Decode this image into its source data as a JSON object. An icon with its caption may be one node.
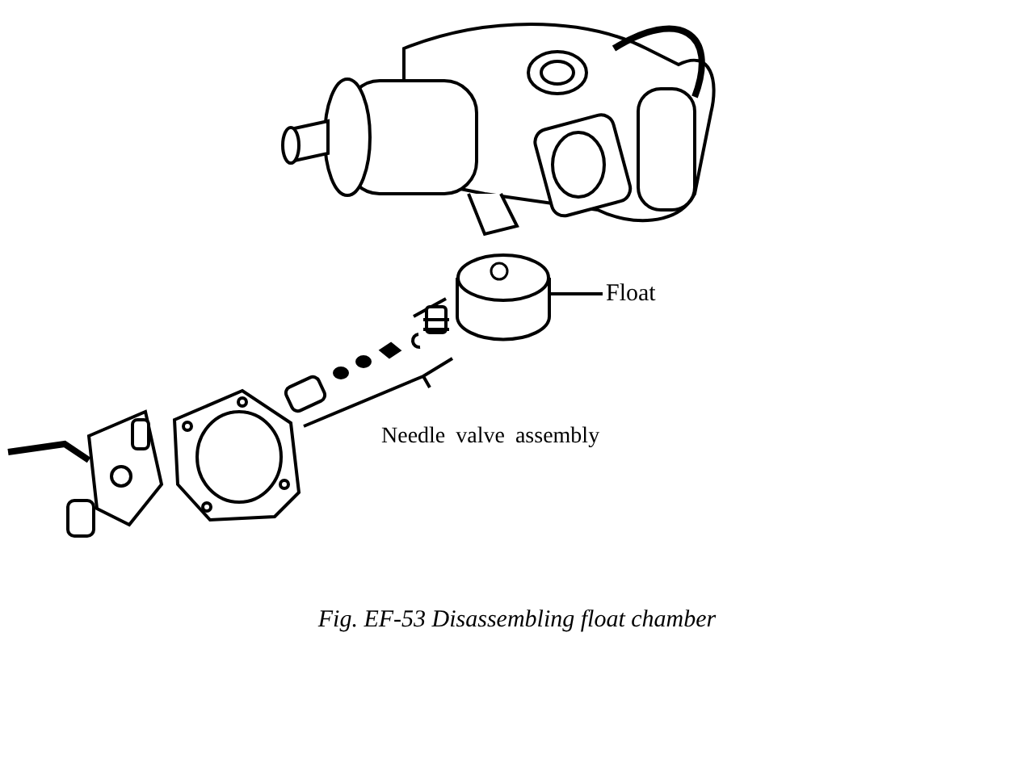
{
  "diagram": {
    "caption": "Fig. EF-53  Disassembling float chamber",
    "nodes": [
      {
        "text": [
          "Float"
        ]
      },
      {
        "text": [],
        "shape": "cylinder"
      }
    ],
    "edges": [
      {
        "from": 0,
        "to": 1,
        "arrow": "none"
      }
    ],
    "labels": [
      "Needle valve assembly"
    ]
  }
}
